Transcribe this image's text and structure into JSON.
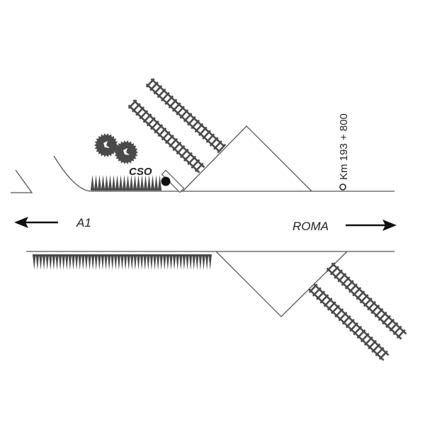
{
  "diagram": {
    "labels": {
      "left_direction": "A1",
      "right_direction": "ROMA",
      "site": "CSO",
      "kilometer_marker": "Km 193 + 800"
    },
    "icons": [
      "left-arrow-icon",
      "right-arrow-icon",
      "railway-track-icon",
      "tree-icon",
      "hedge-icon",
      "marker-dot-icon",
      "kilometer-circle-icon"
    ],
    "colors": {
      "line": "#555555",
      "symbol": "#4a4a4a",
      "text": "#222222"
    }
  }
}
